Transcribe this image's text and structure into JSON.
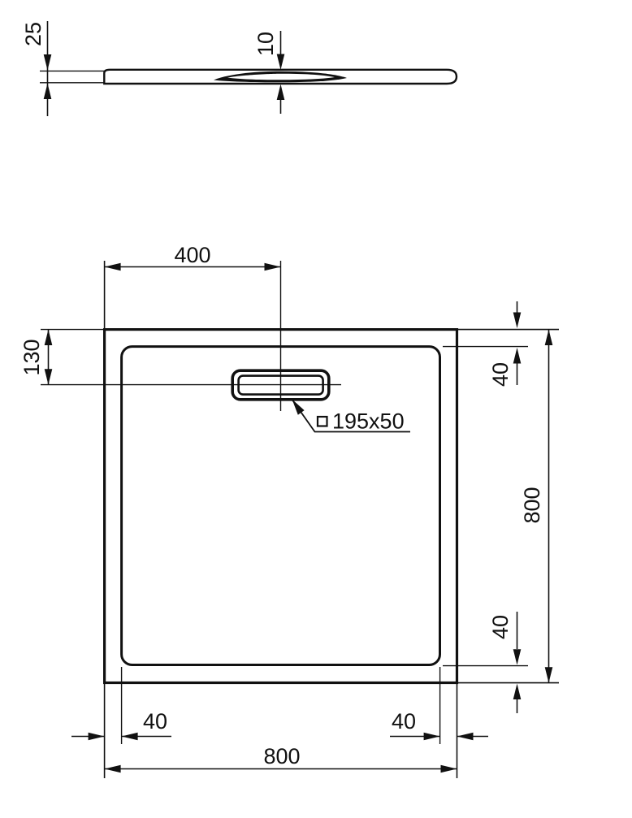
{
  "drawing_type": "technical-dimension-drawing",
  "colors": {
    "ink": "#111111",
    "paper": "#ffffff"
  },
  "profile_view": {
    "height": "25",
    "drain_raise": "10"
  },
  "plan_view": {
    "drain_from_left": "400",
    "drain_from_top": "130",
    "inset_top": "40",
    "inset_bottom": "40",
    "inset_left": "40",
    "inset_right": "40",
    "width": "800",
    "depth": "800",
    "drain_size": "195x50",
    "drain_size_symbol": "□"
  }
}
